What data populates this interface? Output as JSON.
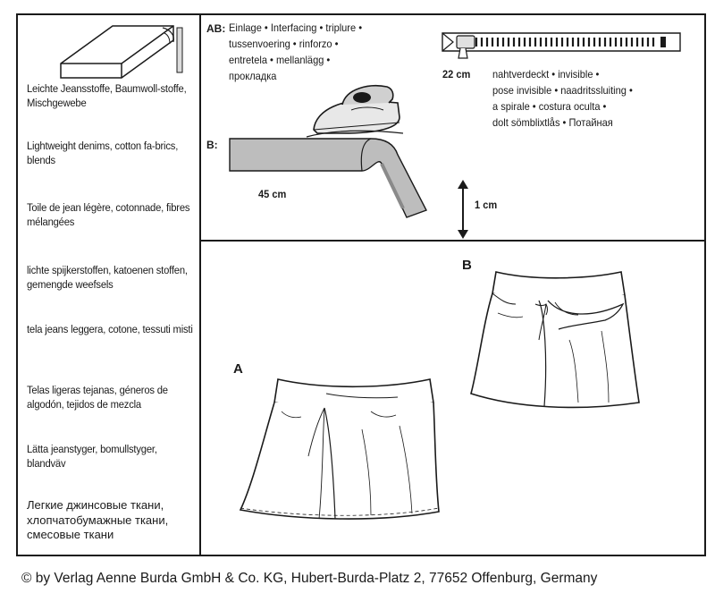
{
  "fabrics": [
    "Leichte Jeansstoffe, Baumwoll-stoffe, Mischgewebe",
    "Lightweight denims, cotton fa-brics, blends",
    "Toile de jean légère, cotonnade, fibres mélangées",
    "lichte spijkerstoffen, katoenen stoffen, gemengde weefsels",
    "tela jeans leggera, cotone, tessuti misti",
    "Telas ligeras tejanas, géneros de algodón, tejidos de mezcla",
    "Lätta jeanstyger, bomullstyger, blandväv",
    "Легкие джинсовые ткани, хлопчатобумажные ткани, смесовые ткани"
  ],
  "notions": {
    "ab_label": "AB:",
    "interfacing_lines": [
      "Einlage • Interfacing • triplure •",
      "tussenvoering • rinforzo •",
      "entretela • mellanlägg •",
      "прокладка"
    ],
    "zipper_length": "22 cm",
    "zipper_lines": [
      "nahtverdeckt • invisible •",
      "pose invisible • naadritssluiting •",
      "a spirale • costura oculta •",
      "dolt sömblixtlås • Потайная"
    ],
    "b_label": "B:",
    "tape_length": "45 cm",
    "tape_width": "1 cm"
  },
  "views": {
    "a_label": "A",
    "b_label": "B"
  },
  "copyright": "© by Verlag Aenne Burda GmbH & Co. KG, Hubert-Burda-Platz 2, 77652 Offenburg, Germany"
}
